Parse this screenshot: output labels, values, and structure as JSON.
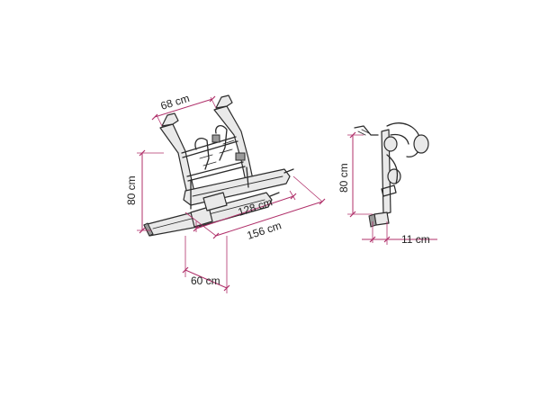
{
  "colors": {
    "dimension_line": "#b0306a",
    "drawing_stroke": "#2b2b2b",
    "background": "#ffffff"
  },
  "dimensions": {
    "front_width_top": "68 cm",
    "front_height": "80 cm",
    "rail_inner_length": "128 cm",
    "rail_total_length": "156 cm",
    "depth": "60 cm",
    "side_height": "80 cm",
    "side_depth": "11 cm"
  }
}
